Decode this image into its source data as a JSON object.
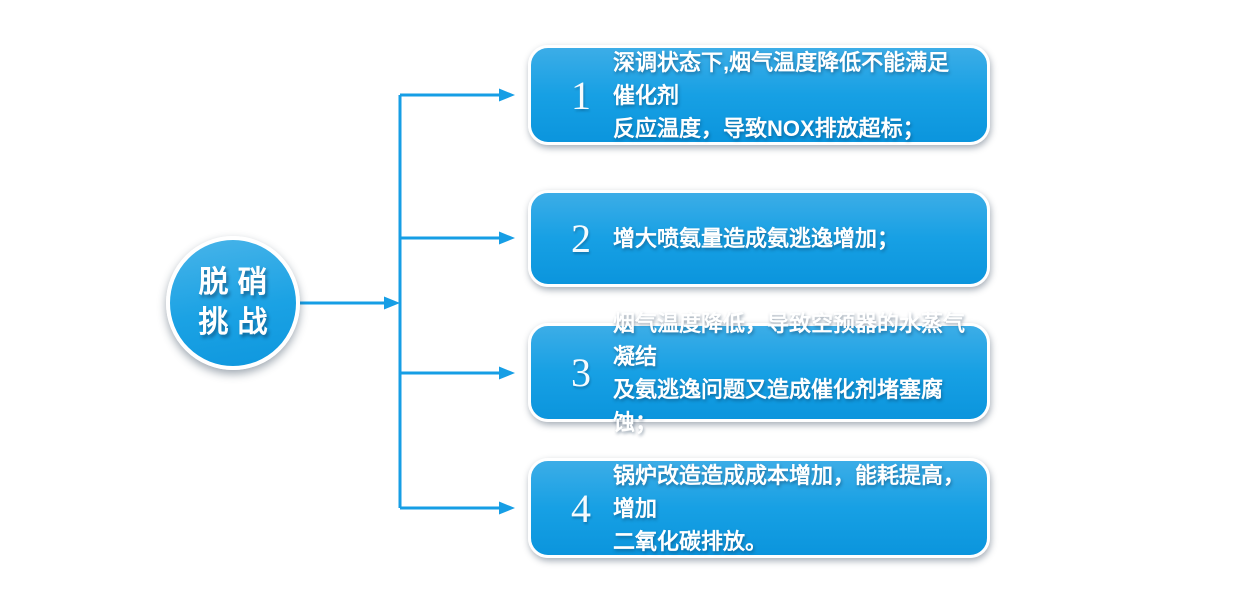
{
  "root": {
    "line1": "脱硝",
    "line2": "挑战"
  },
  "challenges": [
    {
      "number": "1",
      "line1": "深调状态下,烟气温度降低不能满足催化剂",
      "line2": "反应温度，导致NOX排放超标；"
    },
    {
      "number": "2",
      "line1": "增大喷氨量造成氨逃逸增加；"
    },
    {
      "number": "3",
      "line1": "烟气温度降低，导致空预器的水蒸气凝结",
      "line2": "及氨逃逸问题又造成催化剂堵塞腐蚀；"
    },
    {
      "number": "4",
      "line1": "锅炉改造造成成本增加，能耗提高，增加",
      "line2": "二氧化碳排放。"
    }
  ],
  "colors": {
    "node_blue": "#17a0e4",
    "node_blue_light": "#3cade7",
    "node_blue_dark": "#0b95dd",
    "line_blue": "#169ee5",
    "text_white": "#ffffff"
  }
}
